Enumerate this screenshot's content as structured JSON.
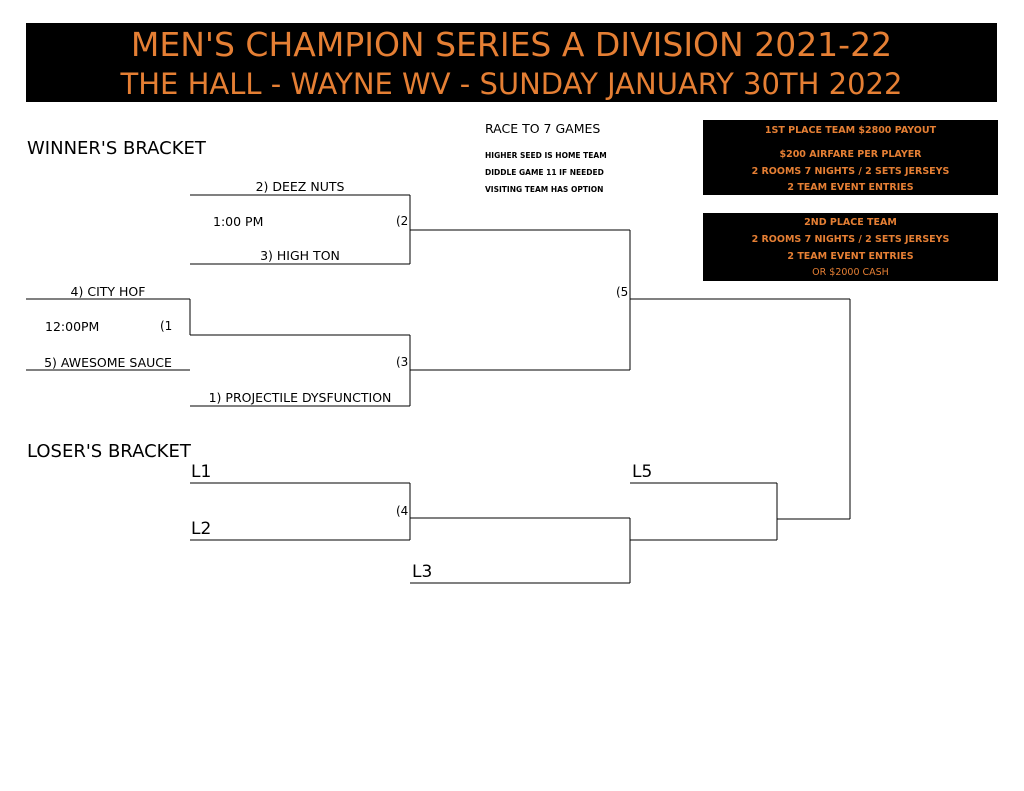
{
  "header": {
    "title": "MEN'S CHAMPION SERIES A DIVISION 2021-22",
    "subtitle": "THE HALL - WAYNE WV - SUNDAY JANUARY 30TH 2022"
  },
  "winners": {
    "title": "WINNER'S BRACKET",
    "seed2": "2) DEEZ NUTS",
    "seed3": "3) HIGH TON",
    "seed4": "4) CITY HOF",
    "seed5": "5) AWESOME SAUCE",
    "seed1": "1) PROJECTILE DYSFUNCTION",
    "time_game2": "1:00 PM",
    "time_game1": "12:00PM",
    "game1": "(1",
    "game2": "(2",
    "game3": "(3",
    "game5": "(5"
  },
  "losers": {
    "title": "LOSER'S BRACKET",
    "l1": "L1",
    "l2": "L2",
    "l3": "L3",
    "l5": "L5",
    "game4": "(4"
  },
  "rules": {
    "race": "RACE TO 7 GAMES",
    "home": "HIGHER SEED IS HOME TEAM",
    "diddle": "DIDDLE GAME 11 IF NEEDED",
    "visiting": "VISITING TEAM HAS OPTION"
  },
  "prizes": {
    "first": {
      "line1": "1ST PLACE TEAM $2800 PAYOUT",
      "line2": "$200 AIRFARE PER PLAYER",
      "line3": "2 ROOMS 7 NIGHTS / 2 SETS JERSEYS",
      "line4": "2 TEAM EVENT ENTRIES"
    },
    "second": {
      "line1": "2ND PLACE TEAM",
      "line2": "2 ROOMS 7 NIGHTS / 2 SETS JERSEYS",
      "line3": "2 TEAM EVENT ENTRIES",
      "line4": "OR $2000 CASH"
    }
  },
  "colors": {
    "accent": "#e57f34",
    "banner": "#000000"
  }
}
